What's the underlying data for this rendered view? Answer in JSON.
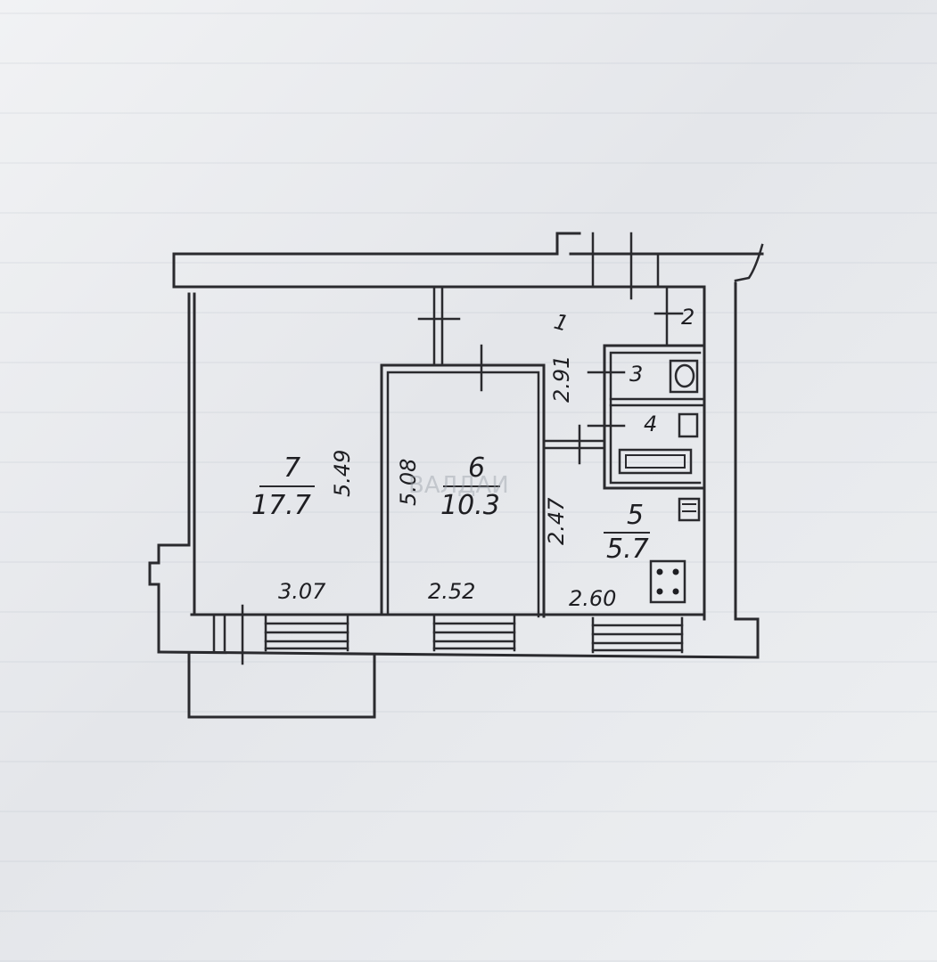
{
  "plan": {
    "rooms": [
      {
        "number": "7",
        "area": "17.7"
      },
      {
        "number": "6",
        "area": "10.3"
      },
      {
        "number": "5",
        "area": "5.7"
      },
      {
        "number": "4"
      },
      {
        "number": "3"
      },
      {
        "number": "2"
      },
      {
        "number": "1"
      }
    ],
    "dimensions": {
      "room7_width": "3.07",
      "room7_length": "5.49",
      "room6_width": "2.52",
      "room6_length": "5.08",
      "room5_width": "2.60",
      "room5_length": "2.47",
      "corridor_length": "2.91"
    },
    "watermark": "ВАЛДАИ"
  }
}
